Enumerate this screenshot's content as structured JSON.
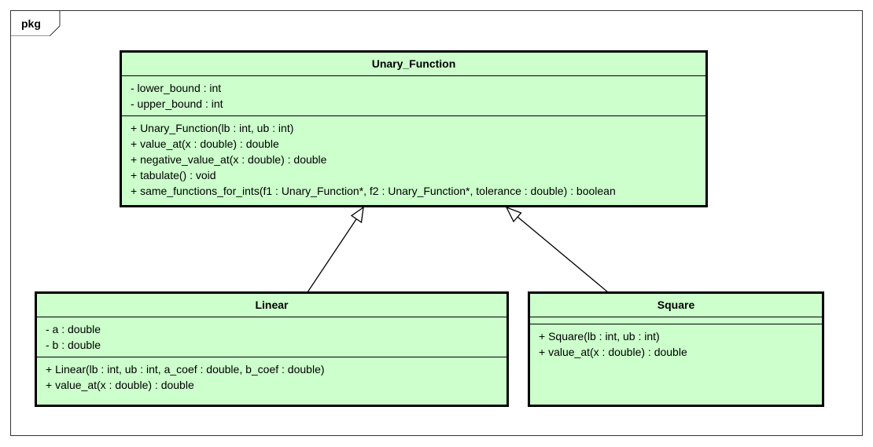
{
  "package": {
    "label": "pkg"
  },
  "classes": {
    "unary_function": {
      "name": "Unary_Function",
      "attributes": [
        "- lower_bound : int",
        "- upper_bound : int"
      ],
      "operations": [
        "+ Unary_Function(lb : int, ub : int)",
        "+ value_at(x : double) : double",
        "+ negative_value_at(x : double) : double",
        "+ tabulate() : void",
        "+ same_functions_for_ints(f1 : Unary_Function*, f2 : Unary_Function*, tolerance : double) : boolean"
      ]
    },
    "linear": {
      "name": "Linear",
      "attributes": [
        "- a : double",
        "- b : double"
      ],
      "operations": [
        "+ Linear(lb : int, ub : int, a_coef : double, b_coef : double)",
        "+ value_at(x : double) : double"
      ]
    },
    "square": {
      "name": "Square",
      "attributes": [],
      "operations": [
        "+ Square(lb : int, ub : int)",
        "+ value_at(x : double) : double"
      ]
    }
  },
  "relationships": [
    {
      "type": "generalization",
      "from": "Linear",
      "to": "Unary_Function"
    },
    {
      "type": "generalization",
      "from": "Square",
      "to": "Unary_Function"
    }
  ],
  "colors": {
    "class_fill": "#ccffcc",
    "border": "#000000"
  }
}
